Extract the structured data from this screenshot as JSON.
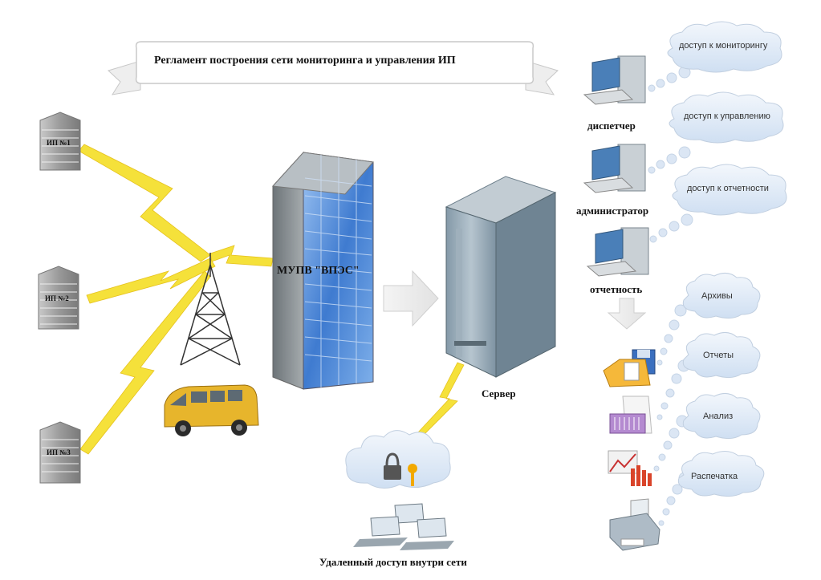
{
  "banner": {
    "title": "Регламент построения сети мониторинга и управления ИП"
  },
  "sources": [
    {
      "label": "ИП №1"
    },
    {
      "label": "ИП №2"
    },
    {
      "label": "ИП №3"
    }
  ],
  "hub": {
    "label": "МУПВ \"ВПЭС\""
  },
  "server": {
    "label": "Сервер"
  },
  "remote": {
    "label": "Удаленный доступ внутри сети"
  },
  "workstations": [
    {
      "label": "диспетчер",
      "cloud": "доступ к мониторингу"
    },
    {
      "label": "администратор",
      "cloud": "доступ к управлению"
    },
    {
      "label": "отчетность",
      "cloud": "доступ к отчетности"
    }
  ],
  "outputs": [
    {
      "cloud": "Архивы"
    },
    {
      "cloud": "Отчеты"
    },
    {
      "cloud": "Анализ"
    },
    {
      "cloud": "Распечатка"
    }
  ],
  "colors": {
    "lightning": "#f5e13a",
    "glass": "#4f86d6",
    "server": "#8ea3b2",
    "cloud": "#dde8f6",
    "bus": "#e7b52c"
  }
}
